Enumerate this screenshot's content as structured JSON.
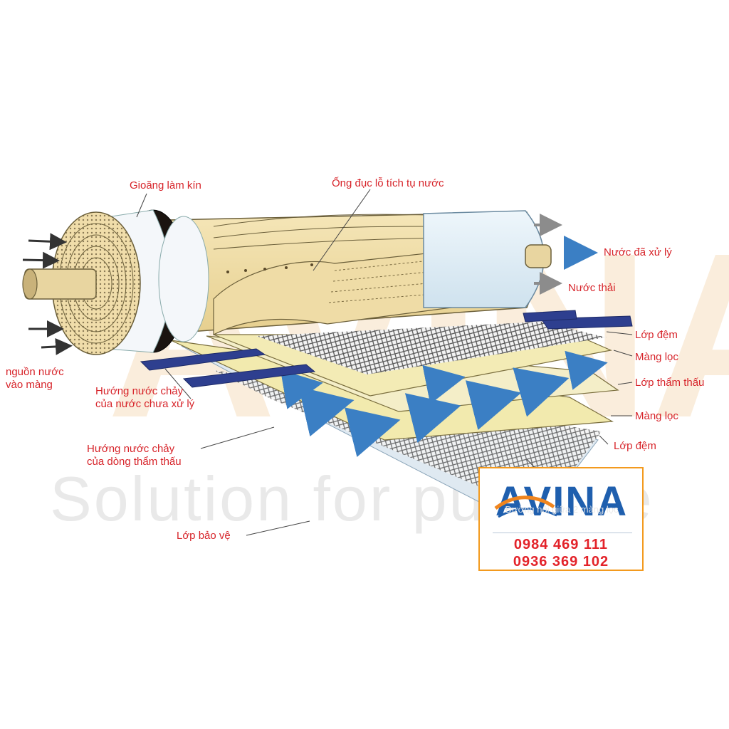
{
  "labels": {
    "gasket": "Gioăng làm kín",
    "perforated_tube": "Ống đục lỗ tích tụ nước",
    "treated_water": "Nước đã xử lý",
    "waste_water": "Nước thải",
    "spacer_top": "Lớp đệm",
    "membrane_top": "Màng lọc",
    "permeate_layer": "Lớp thẩm thấu",
    "membrane_bottom": "Màng lọc",
    "spacer_bottom": "Lớp đệm",
    "inlet_line1": "nguồn nước",
    "inlet_line2": "vào màng",
    "feed_flow_line1": "Hướng nước chảy",
    "feed_flow_line2": "của nước chưa xử lý",
    "permeate_flow_line1": "Hướng nước chảy",
    "permeate_flow_line2": "của dòng thẩm thấu",
    "protective_layer": "Lớp bảo vệ",
    "membrane_joint": "Đường nối giữa 2 màng lọc"
  },
  "watermark": {
    "logo": "AVINA",
    "slogan": "Solution for pure life"
  },
  "brand": {
    "logo": "AVINA",
    "phone_1": "0984 469 111",
    "phone_2": "0936 369 102"
  },
  "colors": {
    "label": "#d7242a",
    "flow_arrow": "#3b7fc4",
    "feed_channel": "#2e3f8f",
    "brand_border": "#f39a1e",
    "brand_orange": "#f0851e",
    "brand_blue": "#1f5fae",
    "phone": "#e3232a"
  }
}
